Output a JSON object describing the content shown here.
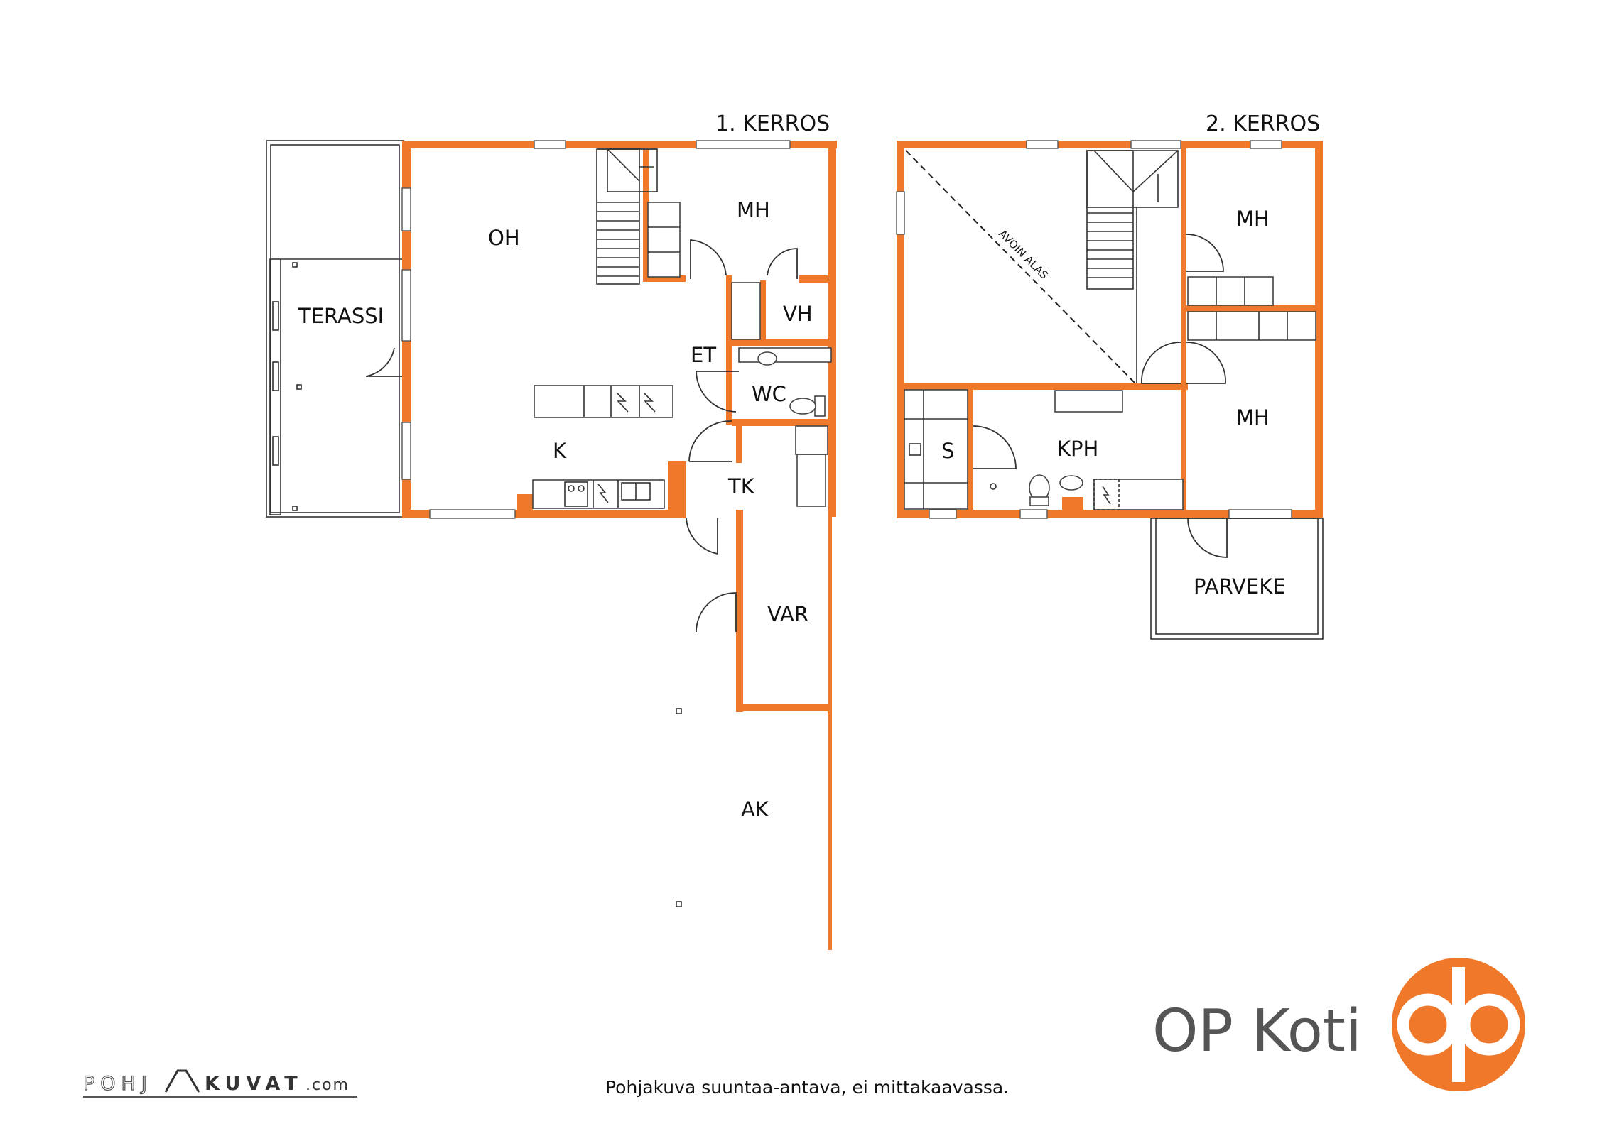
{
  "floors": {
    "first": {
      "title": "1. KERROS"
    },
    "second": {
      "title": "2. KERROS"
    }
  },
  "rooms": {
    "first": {
      "oh": "OH",
      "mh": "MH",
      "vh": "VH",
      "et": "ET",
      "wc": "WC",
      "k": "K",
      "tk": "TK",
      "var": "VAR",
      "ak": "AK",
      "terassi": "TERASSI"
    },
    "second": {
      "mh_top": "MH",
      "mh_bottom": "MH",
      "s": "S",
      "kph": "KPH",
      "parveke": "PARVEKE",
      "void": "AVOIN ALAS"
    }
  },
  "footer": {
    "disclaimer": "Pohjakuva suuntaa-antava, ei mittakaavassa.",
    "brand_left_a": "POHJ",
    "brand_left_b": "KUVAT",
    "brand_left_c": ".com",
    "brand_name": "OP Koti"
  },
  "colors": {
    "wall": "#F0782A",
    "logo": "#F0782A",
    "brand_text": "#555555"
  }
}
